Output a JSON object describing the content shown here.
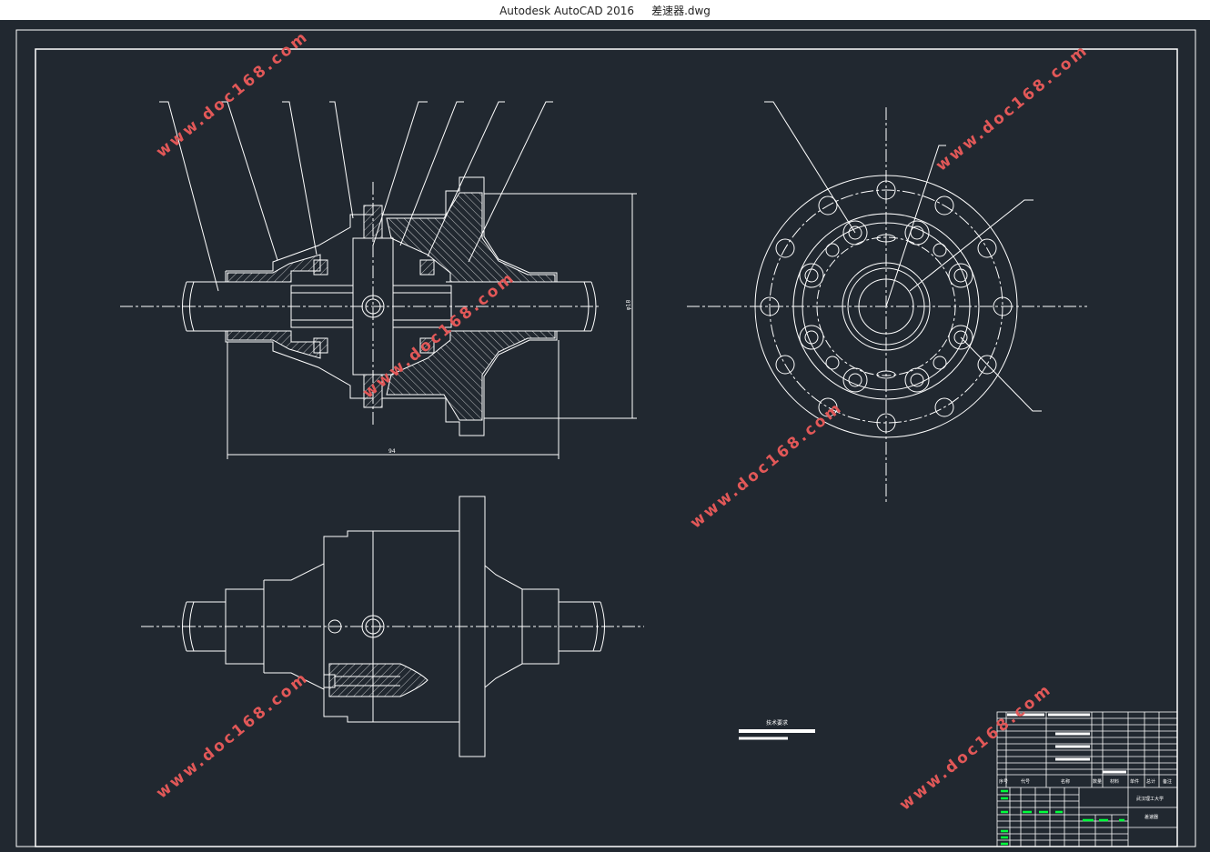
{
  "window": {
    "app_name": "Autodesk AutoCAD 2016",
    "file_name": "差速器.dwg"
  },
  "watermark": {
    "text": "www.doc168.com",
    "color": "#e25858"
  },
  "drawing": {
    "line_color": "#ffffff",
    "background": "#212830",
    "dimension_width": "94",
    "dimension_height": "φ18"
  },
  "tech_note": {
    "title": "技术要求"
  },
  "title_block": {
    "school": "武汉理工大学",
    "drawing_name": "差速器",
    "headers": [
      "序号",
      "代号",
      "名称",
      "数量",
      "材料",
      "单件",
      "总计",
      "备注"
    ],
    "accent_color": "#00ff3c"
  }
}
